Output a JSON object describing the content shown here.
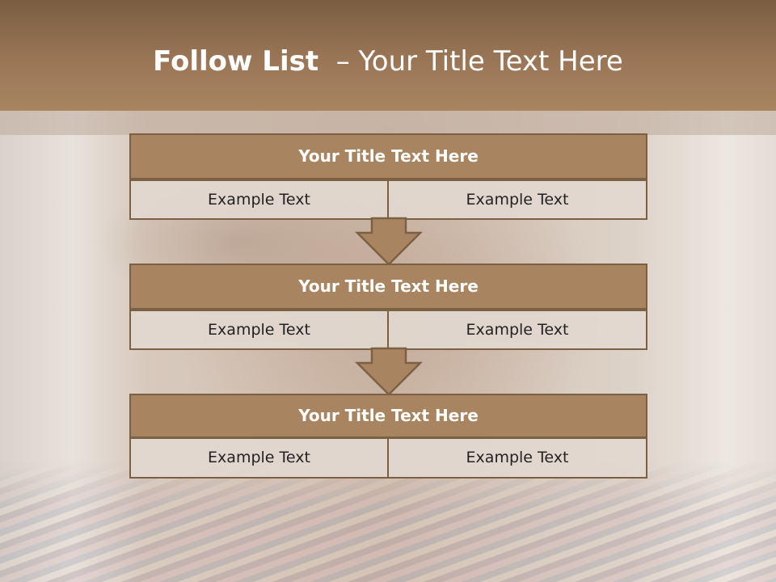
{
  "slide": {
    "title_bold": "Follow List",
    "title_rest": "– Your Title Text Here"
  },
  "blocks": [
    {
      "title": "Your Title Text Here",
      "left": "Example Text",
      "right": "Example Text"
    },
    {
      "title": "Your Title Text Here",
      "left": "Example Text",
      "right": "Example Text"
    },
    {
      "title": "Your Title Text Here",
      "left": "Example Text",
      "right": "Example Text"
    }
  ],
  "colors": {
    "header": "#9a7656",
    "box_fill": "#a88560",
    "box_border": "#7c6044",
    "cell_fill": "#e2d8cf"
  },
  "icons": [
    "down-arrow-icon",
    "down-arrow-icon"
  ]
}
